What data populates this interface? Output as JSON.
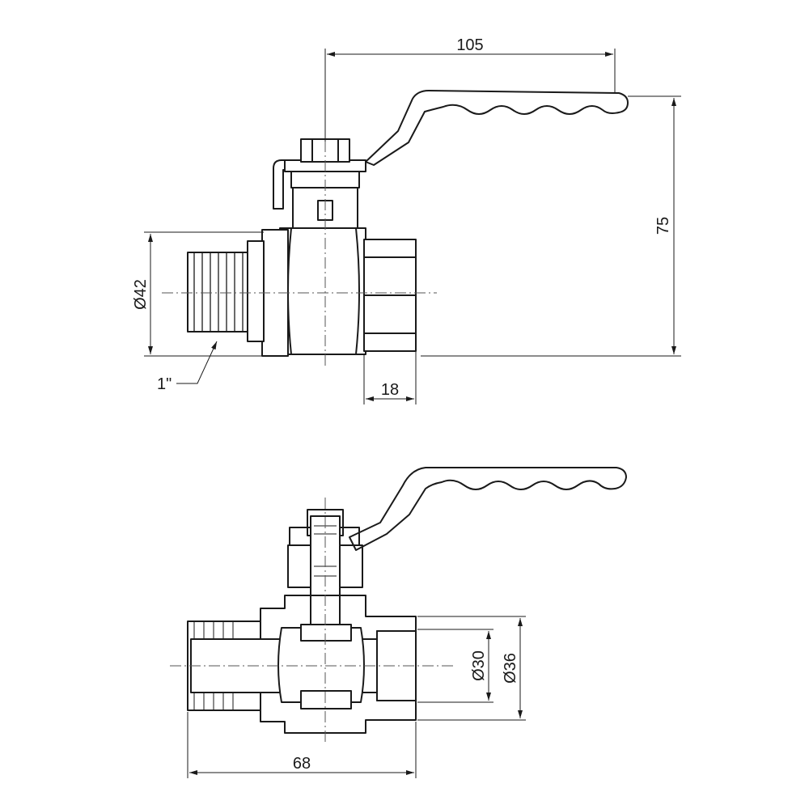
{
  "dimensions": {
    "handle_length": "105",
    "overall_height": "75",
    "body_diameter": "Ø42",
    "female_thread_length": "18",
    "thread_size": "1\"",
    "bore_diameter": "Ø30",
    "thread_diameter": "Ø36",
    "overall_length": "68"
  }
}
